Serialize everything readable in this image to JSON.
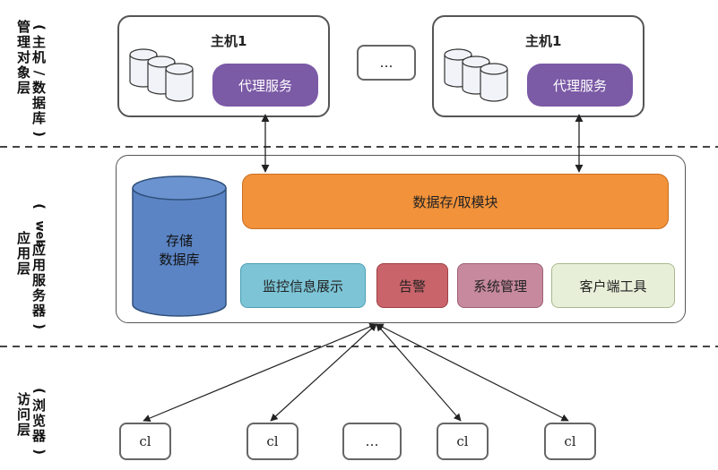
{
  "layers": {
    "top_label": [
      "管",
      "理",
      "对",
      "象",
      "层"
    ],
    "top_sub": [
      "(",
      "主",
      "机",
      "/",
      "数",
      "据",
      "库",
      ")"
    ],
    "mid_label": [
      "应",
      "用",
      "层"
    ],
    "mid_sub": [
      "(",
      "web",
      "应",
      "用",
      "服",
      "务",
      "器",
      ")"
    ],
    "bot_label": [
      "访",
      "问",
      "层"
    ],
    "bot_sub": [
      "(",
      "浏",
      "览",
      "器",
      ")"
    ]
  },
  "hosts": [
    {
      "title": "主机1",
      "agent": "代理服务"
    },
    {
      "title": "主机1",
      "agent": "代理服务"
    }
  ],
  "ellipsis": "…",
  "app": {
    "storage_line1": "存储",
    "storage_line2": "数据库",
    "data_module": "数据存/取模块",
    "modules": [
      "监控信息展示",
      "告警",
      "系统管理",
      "客户端工具"
    ]
  },
  "clients": [
    "cl",
    "cl",
    "…",
    "cl",
    "cl"
  ],
  "colors": {
    "agent": "#7b5aa6",
    "data_module": "#f2923a",
    "storage": "#5b84c4",
    "monitor": "#7cc4d6",
    "alarm": "#c9646a",
    "sysmgmt": "#c7899e",
    "client_tool": "#e7efd8"
  }
}
